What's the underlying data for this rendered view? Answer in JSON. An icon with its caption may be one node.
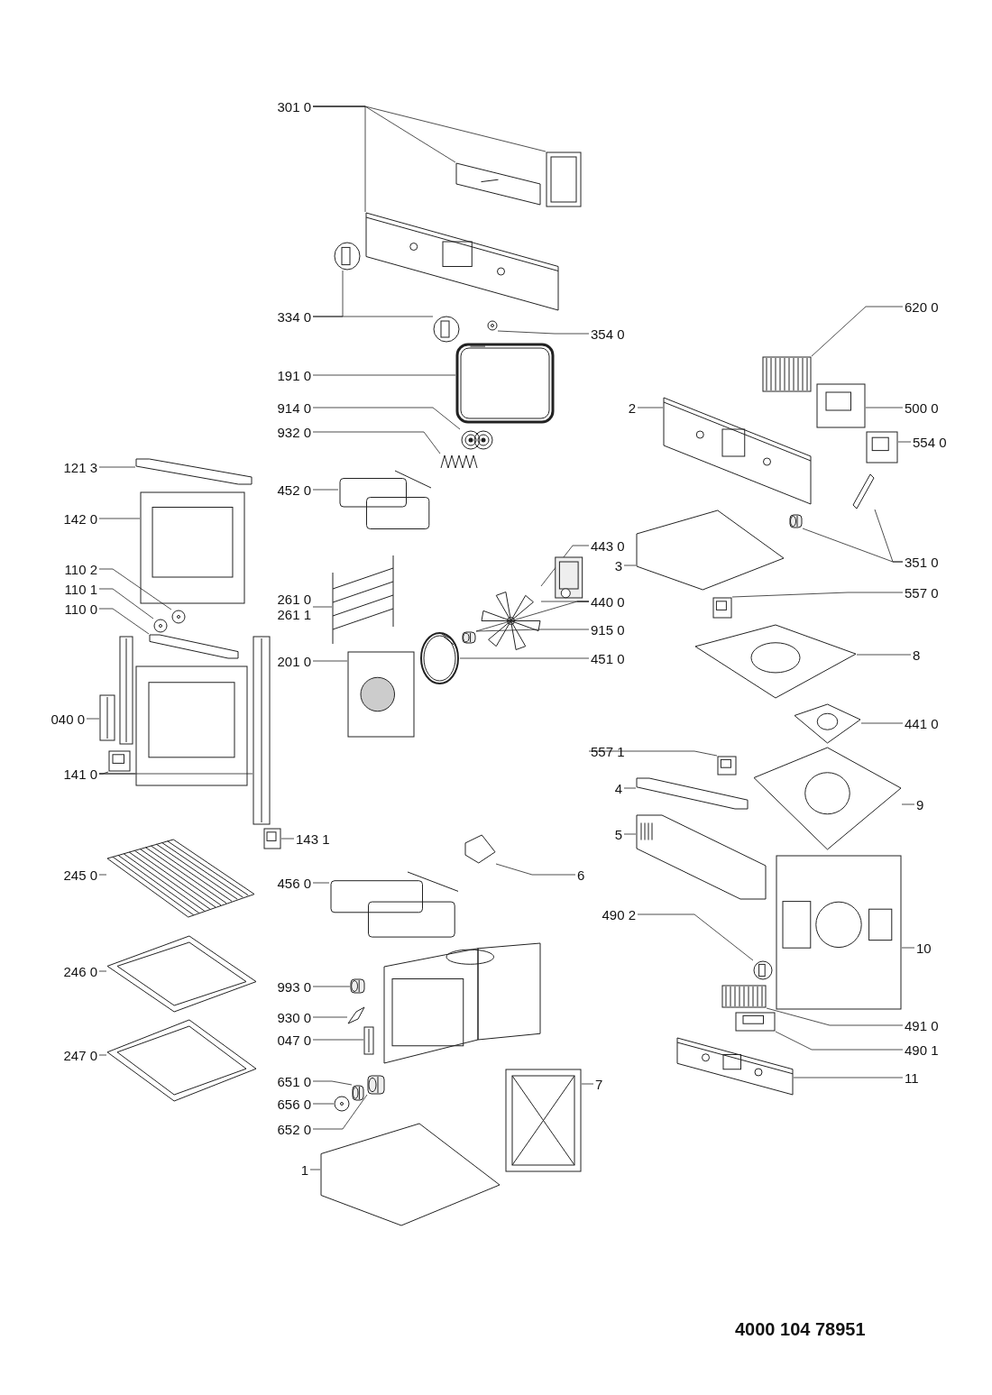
{
  "diagram": {
    "nodes": [
      {
        "text": [
          "301 0"
        ]
      },
      {
        "text": [
          "334 0"
        ]
      },
      {
        "text": [
          "354 0"
        ]
      },
      {
        "text": [
          "620 0"
        ]
      },
      {
        "text": [
          "191 0"
        ]
      },
      {
        "text": [
          "2"
        ]
      },
      {
        "text": [
          "500 0"
        ]
      },
      {
        "text": [
          "914 0"
        ]
      },
      {
        "text": [
          "932 0"
        ]
      },
      {
        "text": [
          "554 0"
        ]
      },
      {
        "text": [
          "121 3"
        ]
      },
      {
        "text": [
          "452 0"
        ]
      },
      {
        "text": [
          "142 0"
        ]
      },
      {
        "text": [
          "443 0"
        ]
      },
      {
        "text": [
          "351 0"
        ]
      },
      {
        "text": [
          "3"
        ]
      },
      {
        "text": [
          "110 2"
        ]
      },
      {
        "text": [
          "110 1"
        ]
      },
      {
        "text": [
          "557 0"
        ]
      },
      {
        "text": [
          "261 0",
          "261 1"
        ]
      },
      {
        "text": [
          "110 0"
        ]
      },
      {
        "text": [
          "8"
        ]
      },
      {
        "text": [
          "201 0"
        ]
      },
      {
        "text": [
          "440 0"
        ]
      },
      {
        "text": [
          "915 0"
        ]
      },
      {
        "text": [
          "451 0"
        ]
      },
      {
        "text": [
          "040 0"
        ]
      },
      {
        "text": [
          "441 0"
        ]
      },
      {
        "text": [
          "557 1"
        ]
      },
      {
        "text": [
          "141 0"
        ]
      },
      {
        "text": [
          "4"
        ]
      },
      {
        "text": [
          "9"
        ]
      },
      {
        "text": [
          "5"
        ]
      },
      {
        "text": [
          "143 1"
        ]
      },
      {
        "text": [
          "245 0"
        ]
      },
      {
        "text": [
          "456 0"
        ]
      },
      {
        "text": [
          "6"
        ]
      },
      {
        "text": [
          "490 2"
        ]
      },
      {
        "text": [
          "10"
        ]
      },
      {
        "text": [
          "246 0"
        ]
      },
      {
        "text": [
          "993 0"
        ]
      },
      {
        "text": [
          "930 0"
        ]
      },
      {
        "text": [
          "491 0"
        ]
      },
      {
        "text": [
          "047 0"
        ]
      },
      {
        "text": [
          "490 1"
        ]
      },
      {
        "text": [
          "247 0"
        ]
      },
      {
        "text": [
          "651 0"
        ]
      },
      {
        "text": [
          "7"
        ]
      },
      {
        "text": [
          "11"
        ]
      },
      {
        "text": [
          "656 0"
        ]
      },
      {
        "text": [
          "652 0"
        ]
      },
      {
        "text": [
          "1"
        ]
      },
      {
        "text": [],
        "shape": "picture"
      },
      {
        "text": [],
        "shape": "picture"
      },
      {
        "text": [],
        "shape": "picture"
      },
      {
        "text": [],
        "shape": "picture"
      },
      {
        "text": [],
        "shape": "picture"
      },
      {
        "text": [],
        "shape": "picture"
      },
      {
        "text": [],
        "shape": "picture"
      },
      {
        "text": [],
        "shape": "picture"
      },
      {
        "text": [],
        "shape": "picture"
      },
      {
        "text": [],
        "shape": "picture"
      },
      {
        "text": [],
        "shape": "picture"
      },
      {
        "text": [],
        "shape": "picture"
      },
      {
        "text": [],
        "shape": "picture"
      },
      {
        "text": [],
        "shape": "picture"
      },
      {
        "text": [],
        "shape": "picture"
      },
      {
        "text": [],
        "shape": "picture"
      },
      {
        "text": [],
        "shape": "picture"
      },
      {
        "text": [],
        "shape": "picture"
      },
      {
        "text": [],
        "shape": "picture"
      },
      {
        "text": [],
        "shape": "picture"
      },
      {
        "text": [],
        "shape": "picture"
      },
      {
        "text": [],
        "shape": "picture"
      },
      {
        "text": [],
        "shape": "picture"
      },
      {
        "text": [],
        "shape": "picture"
      },
      {
        "text": [],
        "shape": "picture"
      },
      {
        "text": [],
        "shape": "picture"
      },
      {
        "text": [],
        "shape": "picture"
      },
      {
        "text": [],
        "shape": "picture"
      },
      {
        "text": [],
        "shape": "picture"
      },
      {
        "text": [],
        "shape": "picture"
      },
      {
        "text": [],
        "shape": "picture"
      },
      {
        "text": [],
        "shape": "picture"
      },
      {
        "text": [],
        "shape": "picture"
      },
      {
        "text": [],
        "shape": "picture"
      },
      {
        "text": [],
        "shape": "picture"
      },
      {
        "text": [],
        "shape": "picture"
      },
      {
        "text": [],
        "shape": "picture"
      },
      {
        "text": [],
        "shape": "picture"
      },
      {
        "text": [],
        "shape": "picture"
      },
      {
        "text": [],
        "shape": "picture"
      },
      {
        "text": [],
        "shape": "picture"
      },
      {
        "text": [],
        "shape": "picture"
      },
      {
        "text": [],
        "shape": "picture"
      },
      {
        "text": [],
        "shape": "picture"
      },
      {
        "text": [],
        "shape": "picture"
      },
      {
        "text": [],
        "shape": "picture"
      },
      {
        "text": [],
        "shape": "picture"
      },
      {
        "text": [],
        "shape": "picture"
      },
      {
        "text": [],
        "shape": "picture"
      },
      {
        "text": [],
        "shape": "picture"
      },
      {
        "text": [],
        "shape": "picture"
      },
      {
        "text": [],
        "shape": "picture"
      },
      {
        "text": [],
        "shape": "picture"
      },
      {
        "text": [],
        "shape": "picture"
      },
      {
        "text": [],
        "shape": "picture"
      },
      {
        "text": [],
        "shape": "picture"
      },
      {
        "text": [],
        "shape": "picture"
      },
      {
        "text": [],
        "shape": "picture"
      }
    ],
    "edges": [
      {
        "from": 0,
        "to": 52,
        "arrow": "none"
      },
      {
        "from": 0,
        "to": 53,
        "arrow": "none"
      },
      {
        "from": 0,
        "to": 54,
        "arrow": "none"
      },
      {
        "from": 1,
        "to": 55,
        "arrow": "none"
      },
      {
        "from": 1,
        "to": 56,
        "arrow": "none"
      },
      {
        "from": 2,
        "to": 57,
        "arrow": "none"
      },
      {
        "from": 3,
        "to": 59,
        "arrow": "none"
      },
      {
        "from": 4,
        "to": 58,
        "arrow": "none"
      },
      {
        "from": 5,
        "to": 60,
        "arrow": "none"
      },
      {
        "from": 6,
        "to": 61,
        "arrow": "none"
      },
      {
        "from": 7,
        "to": 62,
        "arrow": "none"
      },
      {
        "from": 8,
        "to": 63,
        "arrow": "none"
      },
      {
        "from": 9,
        "to": 64,
        "arrow": "none"
      },
      {
        "from": 10,
        "to": 65,
        "arrow": "none"
      },
      {
        "from": 11,
        "to": 66,
        "arrow": "none"
      },
      {
        "from": 12,
        "to": 67,
        "arrow": "none"
      },
      {
        "from": 13,
        "to": 68,
        "arrow": "none"
      },
      {
        "from": 14,
        "to": 70,
        "arrow": "none"
      },
      {
        "from": 14,
        "to": 71,
        "arrow": "none"
      },
      {
        "from": 15,
        "to": 72,
        "arrow": "none"
      },
      {
        "from": 16,
        "to": 73,
        "arrow": "none"
      },
      {
        "from": 17,
        "to": 74,
        "arrow": "none"
      },
      {
        "from": 18,
        "to": 75,
        "arrow": "none"
      },
      {
        "from": 19,
        "to": 76,
        "arrow": "none"
      },
      {
        "from": 20,
        "to": 77,
        "arrow": "none"
      },
      {
        "from": 21,
        "to": 78,
        "arrow": "none"
      },
      {
        "from": 22,
        "to": 79,
        "arrow": "none"
      },
      {
        "from": 23,
        "to": 69,
        "arrow": "none"
      },
      {
        "from": 23,
        "to": 68,
        "arrow": "none"
      },
      {
        "from": 23,
        "to": 80,
        "arrow": "none"
      },
      {
        "from": 24,
        "to": 80,
        "arrow": "none"
      },
      {
        "from": 25,
        "to": 81,
        "arrow": "none"
      },
      {
        "from": 26,
        "to": 85,
        "arrow": "none"
      },
      {
        "from": 27,
        "to": 86,
        "arrow": "none"
      },
      {
        "from": 28,
        "to": 87,
        "arrow": "none"
      },
      {
        "from": 29,
        "to": 83,
        "arrow": "none"
      },
      {
        "from": 29,
        "to": 82,
        "arrow": "none"
      },
      {
        "from": 29,
        "to": 84,
        "arrow": "none"
      },
      {
        "from": 30,
        "to": 88,
        "arrow": "none"
      },
      {
        "from": 31,
        "to": 89,
        "arrow": "none"
      },
      {
        "from": 32,
        "to": 90,
        "arrow": "none"
      },
      {
        "from": 33,
        "to": 91,
        "arrow": "none"
      },
      {
        "from": 34,
        "to": 92,
        "arrow": "none"
      },
      {
        "from": 35,
        "to": 93,
        "arrow": "none"
      },
      {
        "from": 36,
        "to": 94,
        "arrow": "none"
      },
      {
        "from": 37,
        "to": 95,
        "arrow": "none"
      },
      {
        "from": 38,
        "to": 96,
        "arrow": "none"
      },
      {
        "from": 39,
        "to": 97,
        "arrow": "none"
      },
      {
        "from": 40,
        "to": 98,
        "arrow": "none"
      },
      {
        "from": 41,
        "to": 99,
        "arrow": "none"
      },
      {
        "from": 42,
        "to": 100,
        "arrow": "none"
      },
      {
        "from": 43,
        "to": 101,
        "arrow": "none"
      },
      {
        "from": 44,
        "to": 102,
        "arrow": "none"
      },
      {
        "from": 45,
        "to": 103,
        "arrow": "none"
      },
      {
        "from": 46,
        "to": 104,
        "arrow": "none"
      },
      {
        "from": 47,
        "to": 105,
        "arrow": "none"
      },
      {
        "from": 48,
        "to": 106,
        "arrow": "none"
      },
      {
        "from": 49,
        "to": 107,
        "arrow": "none"
      },
      {
        "from": 50,
        "to": 108,
        "arrow": "none"
      },
      {
        "from": 51,
        "to": 109,
        "arrow": "none"
      }
    ],
    "labels": [
      "4000 104 78951"
    ]
  }
}
